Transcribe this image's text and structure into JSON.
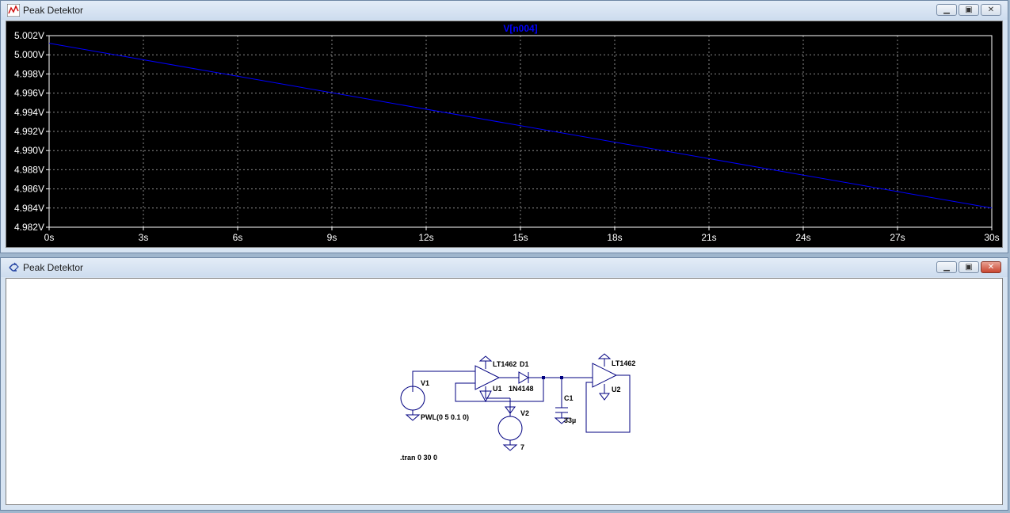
{
  "plot_window": {
    "title": "Peak Detektor",
    "icon": "waveform-icon",
    "buttons": {
      "minimize": "minimize-icon",
      "maximize": "maximize-icon",
      "close": "close-icon"
    }
  },
  "schematic_window": {
    "title": "Peak Detektor",
    "icon": "schematic-icon",
    "buttons": {
      "minimize": "minimize-icon",
      "maximize": "maximize-icon",
      "close": "close-icon"
    }
  },
  "chart_data": {
    "type": "line",
    "title": "V[n004]",
    "x": [
      0,
      30
    ],
    "series": [
      {
        "name": "V[n004]",
        "color": "#0000ff",
        "values": [
          5.0012,
          4.984
        ]
      }
    ],
    "xlim": [
      0,
      30
    ],
    "ylim": [
      4.982,
      5.002
    ],
    "xticks": [
      "0s",
      "3s",
      "6s",
      "9s",
      "12s",
      "15s",
      "18s",
      "21s",
      "24s",
      "27s",
      "30s"
    ],
    "yticks": [
      "5.002V",
      "5.000V",
      "4.998V",
      "4.996V",
      "4.994V",
      "4.992V",
      "4.990V",
      "4.988V",
      "4.986V",
      "4.984V",
      "4.982V"
    ],
    "grid": true,
    "background": "#000000",
    "axis_color": "#ffffff"
  },
  "schematic": {
    "labels": {
      "v1": "V1",
      "v1_value": "PWL(0 5 0.1 0)",
      "u1_model": "LT1462",
      "u1": "U1",
      "d1": "D1",
      "d1_model": "1N4148",
      "v2": "V2",
      "v2_value": "7",
      "c1": "C1",
      "c1_value": "33µ",
      "u2_model": "LT1462",
      "u2": "U2",
      "directive": ".tran 0 30 0"
    },
    "line_color": "#000080"
  }
}
